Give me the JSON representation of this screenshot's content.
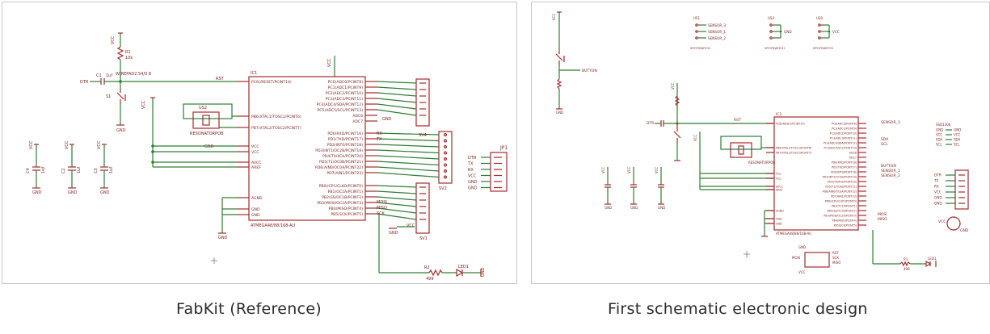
{
  "captions": {
    "left": "FabKit (Reference)",
    "right": "First schematic electronic design"
  },
  "left": {
    "ic1": {
      "name": "IC1",
      "part": "ATMEGA48/88/168-AU",
      "pins_left": [
        "PC6(/RESET/PCINT14)",
        "PB6(XTAL1/TOSC1/PCINT6)",
        "PB7(XTAL2/TOSC2/PCINT7)",
        "VCC",
        "VCC",
        "AVCC",
        "AREF",
        "AGND",
        "GND",
        "GND"
      ],
      "pins_right": [
        "PC0(ADC0/PCINT8)",
        "PC1(ADC1/PCINT9)",
        "PC2(ADC2/PCINT10)",
        "PC3(ADC3/PCINT11)",
        "PC4(ADC4/SDA/PCINT12)",
        "PC5(ADC5/SCL/PCINT13)",
        "ADC6",
        "ADC7",
        "PD0(RXD/PCINT16)",
        "PD1(TXD/PCINT17)",
        "PD2(INT0/PCINT18)",
        "PD3(INT1/OC2B/PCINT19)",
        "PD4(T0/XCK/PCINT20)",
        "PD5(T1/OC0B/PCINT21)",
        "PD6(AIN0/OC0A/PCINT22)",
        "PD7(AIN1/PCINT23)",
        "PB0(ICP1/CLKO/PCINT0)",
        "PB1(OC1A/PCINT1)",
        "PB2(SS/OC1B/PCINT2)",
        "PB3(MOSI/OC2A/PCINT3)",
        "PB4(MISO/PCINT4)",
        "PB5(SCK/PCINT5)"
      ]
    },
    "labels": {
      "vcc": "VCC",
      "gnd": "GND",
      "dtr": "DTR",
      "rst": "RST",
      "c1": "C1",
      "c1_val": "1uf",
      "r1": "R1",
      "r1_val": "10k",
      "w_repad": "W/REPAD2.54/0.8",
      "s1": "S1",
      "us2": "US2",
      "resonator": "RESONATORPOB",
      "rx": "RX",
      "tx": "TX",
      "sv4": "SV4",
      "sv2": "SV2",
      "sv1": "SV1",
      "jp1": "JP1",
      "mosi": "MOSI",
      "miso": "MISO",
      "sck": "SCK",
      "r2": "R2",
      "r2_val": "499",
      "led1": "LED1",
      "c4": "C4",
      "c2": "C2",
      "c3": "C3",
      "cap_val": "1uf",
      "jp1_pins": [
        "DTR",
        "TX",
        "RX",
        "VCC",
        "GND",
        "GND"
      ]
    }
  },
  "right": {
    "labels": {
      "vcc": "VCC",
      "gnd": "GND",
      "button": "BUTTON",
      "sensor_1": "SENSOR_1",
      "sensor_2": "SENSOR_2",
      "sensor_3": "SENSOR_3",
      "sda": "SDA",
      "scl": "SCL",
      "us1": "US1",
      "us4": "US4",
      "us0": "US0",
      "spot": "SPOTSWITCH",
      "ic1": "IC1",
      "part": "ATMEGA48/88/168-AU",
      "rst": "RST",
      "dtr": "DTR",
      "mosi": "MOSI",
      "miso": "MISO",
      "sck": "SCK",
      "resonator": "RESONATORPOB",
      "oled": "SSD1306",
      "oled_pins": [
        "GND",
        "VCC",
        "SDA",
        "SCL"
      ],
      "r1": "R1",
      "led1": "LED1",
      "r_val": "499"
    }
  }
}
